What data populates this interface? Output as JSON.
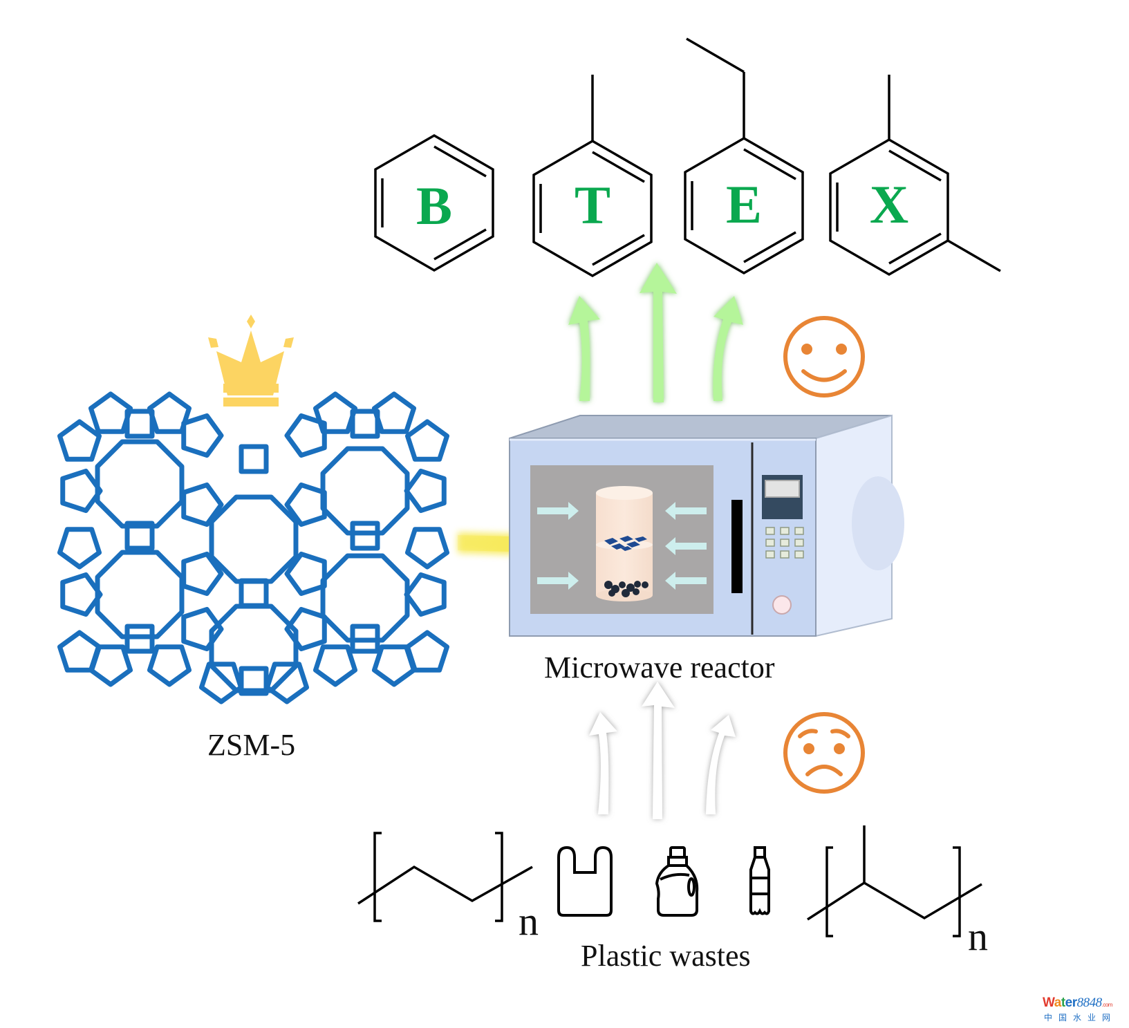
{
  "figure": {
    "type": "graphical-abstract",
    "title": "Microwave-assisted catalytic conversion of plastic wastes to BTEX over ZSM-5"
  },
  "products": {
    "letters": [
      "B",
      "T",
      "E",
      "X"
    ],
    "names": [
      "benzene",
      "toluene",
      "ethylbenzene",
      "xylene"
    ],
    "letter_color": "#0aa84f"
  },
  "catalyst": {
    "label": "ZSM-5",
    "framework_color": "#1a6fbd",
    "crown_color": "#fcd462"
  },
  "reactor": {
    "label": "Microwave reactor",
    "body_color": "#c6d6f2",
    "window_color": "#a9a7a7"
  },
  "feed": {
    "label": "Plastic wastes",
    "polymers": [
      {
        "name": "polyethylene",
        "subscript": "n"
      },
      {
        "name": "polypropylene",
        "subscript": "n"
      }
    ],
    "icons": [
      "plastic-bag",
      "detergent-bottle",
      "water-bottle"
    ]
  },
  "emotions": {
    "products": "happy",
    "feed": "worried",
    "color": "#e88535"
  },
  "arrows": {
    "product_arrow_color": "#b5f59a",
    "feed_arrow_color": "#ffffff",
    "catalyst_arrow_color": "#f7ea5a",
    "microwave_arrow_color": "#cdeeed"
  },
  "watermark": {
    "brand": "Water8848",
    "suffix": ".com",
    "subtitle": "中国水业网"
  }
}
